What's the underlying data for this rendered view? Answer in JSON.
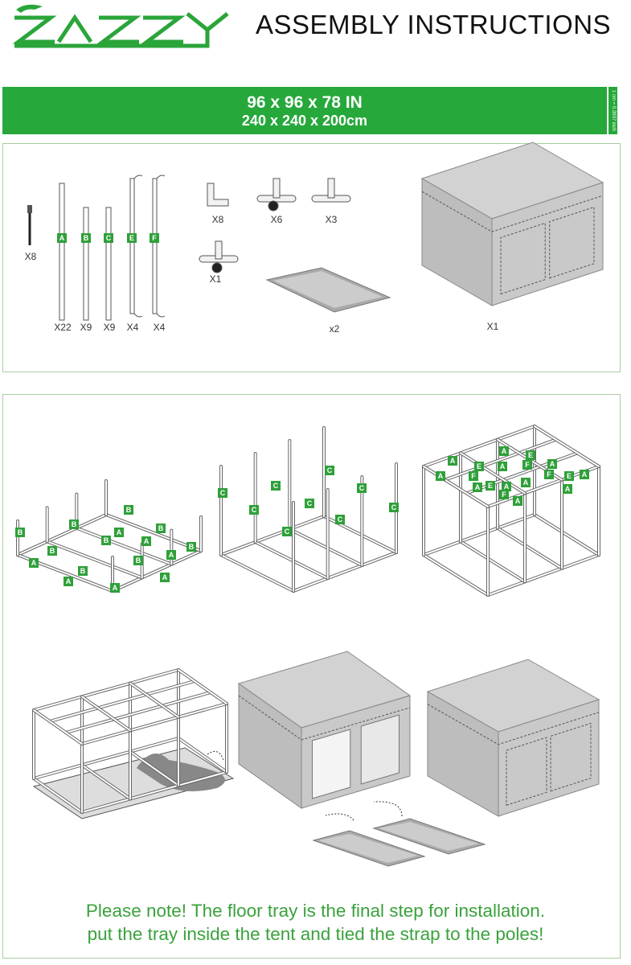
{
  "header": {
    "logo_text": "ZAZZY",
    "title": "ASSEMBLY INSTRUCTIONS"
  },
  "size_bar": {
    "inches": "96 x 96 x 78 IN",
    "centimeters": "240 x 240 x 200cm",
    "conversion_note": "1 cm = 0.3937 inch"
  },
  "parts": {
    "screw_count": "X8",
    "poles": [
      {
        "label": "A",
        "count": "X22"
      },
      {
        "label": "B",
        "count": "X9"
      },
      {
        "label": "C",
        "count": "X9"
      },
      {
        "label": "E",
        "count": "X4"
      },
      {
        "label": "F",
        "count": "X4"
      }
    ],
    "connectors": [
      {
        "type": "elbow",
        "count": "X8"
      },
      {
        "type": "four-way",
        "count": "X6"
      },
      {
        "type": "tee",
        "count": "X3"
      },
      {
        "type": "five-way",
        "count": "X1"
      }
    ],
    "tray_count": "x2",
    "tent_count": "X1"
  },
  "steps": {
    "step1_labels": [
      "B",
      "B",
      "B",
      "B",
      "B",
      "B",
      "B",
      "B",
      "B",
      "A",
      "A",
      "A",
      "A",
      "A",
      "A",
      "A"
    ],
    "step2_labels": [
      "C",
      "C",
      "C",
      "C",
      "C",
      "C",
      "C",
      "C",
      "C"
    ],
    "step3_labels": [
      "A",
      "E",
      "A",
      "E",
      "A",
      "A",
      "F",
      "A",
      "F",
      "E",
      "A",
      "F",
      "E",
      "A",
      "A",
      "A",
      "F",
      "A",
      "A"
    ]
  },
  "note": {
    "line1": "Please note! The floor tray is the final step for installation.",
    "line2": "put the tray inside the tent and tied the strap to the poles!"
  },
  "colors": {
    "brand_green": "#26a83b",
    "tent_gray": "#c4c4c4"
  }
}
